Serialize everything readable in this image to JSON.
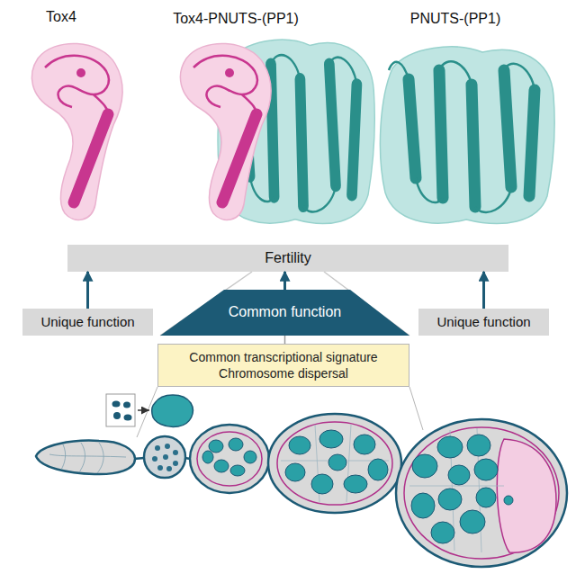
{
  "diagram": {
    "nodes": [
      {
        "text": [
          "Fertility"
        ]
      },
      {
        "text": [
          "Unique function"
        ]
      },
      {
        "text": [
          "Common function"
        ]
      },
      {
        "text": [
          "Unique function"
        ]
      },
      {
        "text": [
          "Common transcriptional signature",
          "Chromosome dispersal"
        ]
      }
    ],
    "edges": [
      {
        "from": 1,
        "to": 0,
        "arrow": "to"
      },
      {
        "from": 2,
        "to": 0,
        "arrow": "to"
      },
      {
        "from": 3,
        "to": 0,
        "arrow": "to"
      },
      {
        "from": 2,
        "to": 4,
        "arrow": "none"
      }
    ],
    "labels": [
      "Tox4",
      "Tox4-PNUTS-(PP1)",
      "PNUTS-(PP1)"
    ]
  }
}
